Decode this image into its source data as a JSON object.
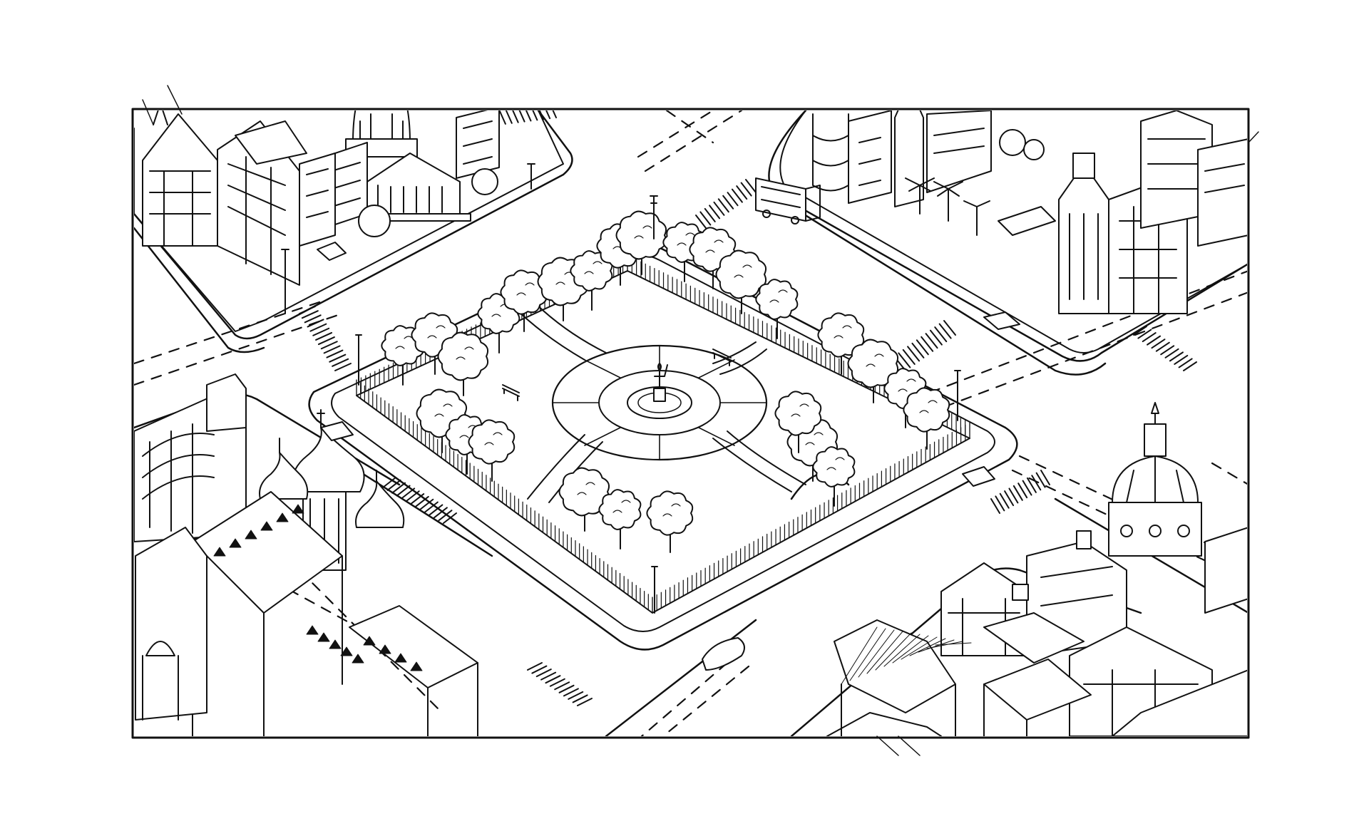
{
  "illustration": {
    "subject": "isometric-city-square",
    "style": "black-and-white-line-art",
    "stroke_color": "#111111",
    "fill_color": "#ffffff",
    "paper_color": "#ffffff"
  },
  "scene": {
    "park": {
      "trees": 26,
      "benches": 2,
      "lamp_posts": 4
    },
    "vehicles": {
      "cars": 5,
      "double_decker_bus": 1
    }
  }
}
